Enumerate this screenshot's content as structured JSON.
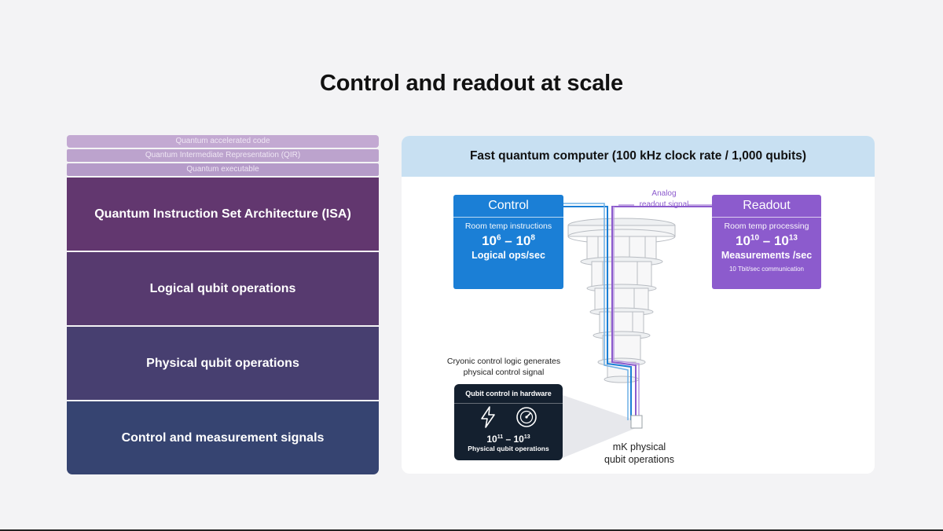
{
  "title": "Control and readout at scale",
  "stack": {
    "thin_layers": [
      {
        "label": "Quantum accelerated code"
      },
      {
        "label": "Quantum Intermediate Representation (QIR)"
      },
      {
        "label": "Quantum executable"
      }
    ],
    "layers": [
      {
        "label": "Quantum Instruction Set Architecture (ISA)"
      },
      {
        "label": "Logical qubit operations"
      },
      {
        "label": "Physical qubit operations"
      },
      {
        "label": "Control and measurement signals"
      }
    ]
  },
  "panel": {
    "header": "Fast quantum computer (100 kHz clock rate / 1,000 qubits)",
    "control": {
      "title": "Control",
      "subtitle": "Room temp instructions",
      "range_from_base": "10",
      "range_from_exp": "6",
      "range_sep": " – ",
      "range_to_base": "10",
      "range_to_exp": "8",
      "unit": "Logical ops/sec"
    },
    "analog_signal": {
      "line1": "Analog",
      "line2": "readout signal"
    },
    "readout": {
      "title": "Readout",
      "subtitle": "Room temp processing",
      "range_from_base": "10",
      "range_from_exp": "10",
      "range_sep": " – ",
      "range_to_base": "10",
      "range_to_exp": "13",
      "unit": "Measurements /sec",
      "note": "10 Tbit/sec communication"
    },
    "cryo_label": {
      "line1": "Cryonic control logic generates",
      "line2": "physical control signal"
    },
    "hardware": {
      "header": "Qubit control in hardware",
      "range_from_base": "10",
      "range_from_exp": "11",
      "range_sep": " – ",
      "range_to_base": "10",
      "range_to_exp": "13",
      "unit": "Physical qubit operations",
      "icons": [
        "lightning-icon",
        "gauge-icon"
      ]
    },
    "mk_label": {
      "line1": "mK physical",
      "line2": "qubit operations"
    }
  },
  "colors": {
    "control": "#1b7fd6",
    "readout": "#8c5bcd",
    "header_band": "#c8e0f2",
    "isa": "#62376f",
    "signals": "#364471"
  }
}
